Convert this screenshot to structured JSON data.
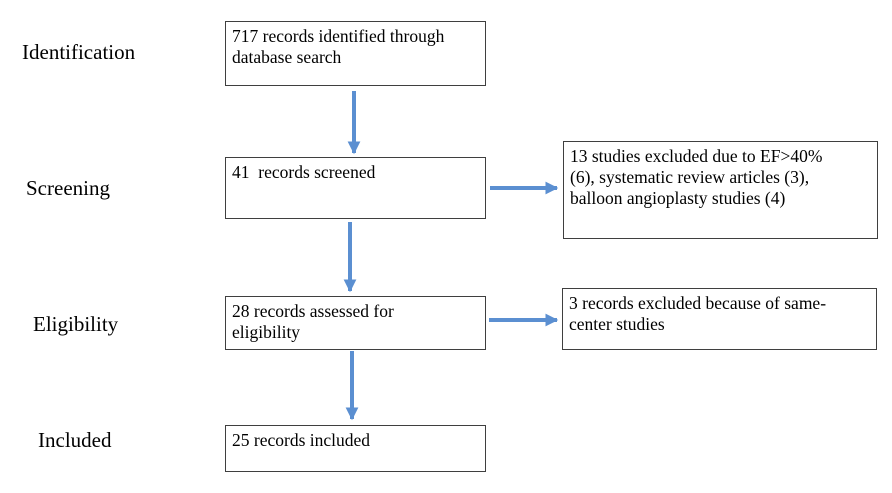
{
  "stages": {
    "identification": "Identification",
    "screening": "Screening",
    "eligibility": "Eligibility",
    "included": "Included"
  },
  "boxes": {
    "identified": {
      "line1": "717 records identified through",
      "line2": "database search"
    },
    "screened": {
      "line1": "41  records screened"
    },
    "excluded_screening": {
      "line1": "13 studies excluded due to EF>40%",
      "line2": "(6), systematic review articles (3),",
      "line3": "balloon angioplasty studies (4)"
    },
    "assessed": {
      "line1": "28 records assessed for",
      "line2": "eligibility"
    },
    "excluded_eligibility": {
      "line1": "3 records excluded because of same-",
      "line2": "center studies"
    },
    "included": {
      "line1": "25 records included"
    }
  },
  "colors": {
    "arrow": "#5b8fd1",
    "box_border": "#3f3f3f"
  }
}
